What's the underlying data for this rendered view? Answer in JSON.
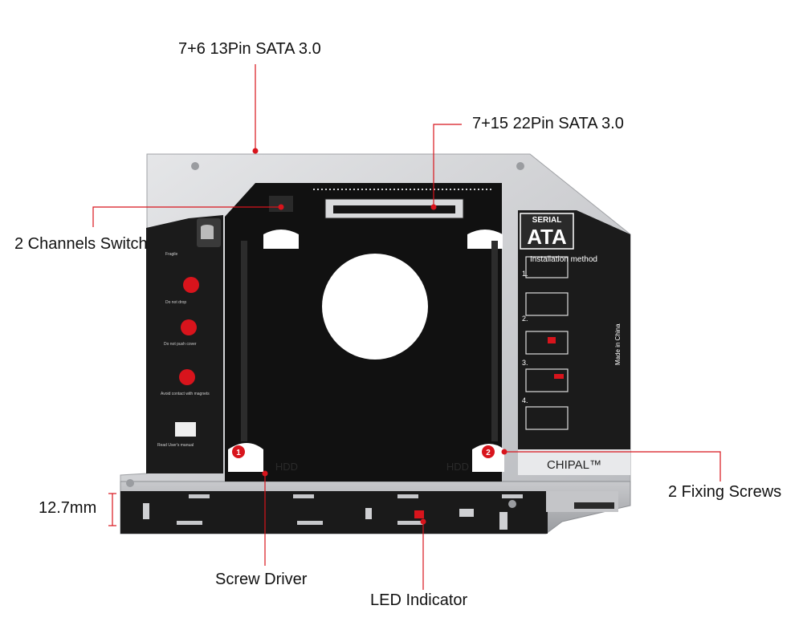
{
  "callouts": {
    "sata13": "7+6 13Pin SATA 3.0",
    "sata22": "7+15 22Pin SATA 3.0",
    "switch": "2 Channels Switch",
    "screws": "2 Fixing Screws",
    "thickness": "12.7mm",
    "screwdriver": "Screw Driver",
    "led": "LED Indicator"
  },
  "caddy": {
    "badge_top": "SERIAL",
    "badge_main": "ATA",
    "install_title": "Installation method",
    "steps": [
      "1.",
      "2.",
      "3.",
      "4."
    ],
    "made_in": "Made in China",
    "brand": "CHIPAL™",
    "hdd_label": "HDD",
    "marker_1": "1",
    "marker_2": "2",
    "warnings": [
      "Fragile",
      "Do not drop",
      "Do not push cover",
      "Avoid contact with magnets",
      "Read User's manual"
    ]
  },
  "colors": {
    "accent_red": "#d8141c",
    "frame_silver": "#d3d4d6",
    "tray_black": "#111111",
    "label_dark": "#1b1b1b"
  }
}
